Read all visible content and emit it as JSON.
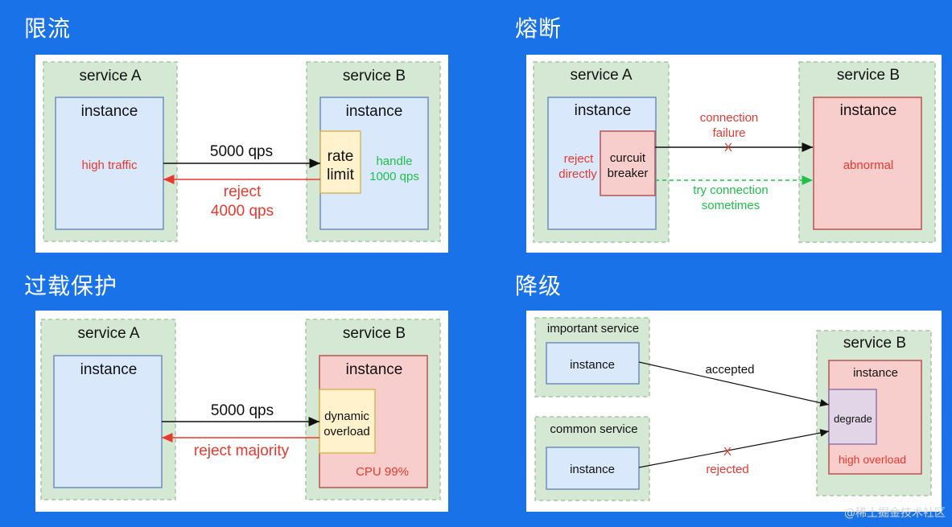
{
  "headings": {
    "rate_limit": "限流",
    "circuit_break": "熔断",
    "overload": "过载保护",
    "degrade": "降级"
  },
  "panel1": {
    "service_a": "service A",
    "service_b": "service B",
    "instance_a": "instance",
    "instance_b": "instance",
    "high_traffic": "high traffic",
    "arrow_top": "5000 qps",
    "rate": "rate",
    "limit": "limit",
    "handle": "handle",
    "handle_qps": "1000 qps",
    "reject": "reject",
    "reject_qps": "4000 qps"
  },
  "panel2": {
    "service_a": "service A",
    "service_b": "service B",
    "instance_a": "instance",
    "instance_b": "instance",
    "reject": "reject",
    "directly": "directly",
    "curcuit": "curcuit",
    "breaker": "breaker",
    "connection": "connection",
    "failure": "failure",
    "x": "X",
    "try_connection": "try connection",
    "sometimes": "sometimes",
    "abnormal": "abnormal"
  },
  "panel3": {
    "service_a": "service A",
    "service_b": "service B",
    "instance_a": "instance",
    "instance_b": "instance",
    "arrow_top": "5000 qps",
    "dynamic": "dynamic",
    "overload": "overload",
    "reject_majority": "reject majority",
    "cpu": "CPU 99%"
  },
  "panel4": {
    "important_service": "important service",
    "common_service": "common service",
    "instance_important": "instance",
    "instance_common": "instance",
    "service_b": "service B",
    "instance_b": "instance",
    "degrade": "degrade",
    "high_overload": "high overload",
    "accepted": "accepted",
    "x": "X",
    "rejected": "rejected"
  },
  "watermark": "@稀土掘金技术社区",
  "colors": {
    "background": "#1a72e8",
    "service_fill": "#d5e8d4",
    "instance_fill": "#dae8fc",
    "instance_red_fill": "#f8cecc",
    "yellow_fill": "#fff2cc",
    "purple_fill": "#e1d5e7",
    "red_text": "#e8392f",
    "green_text": "#1fbf4a"
  }
}
